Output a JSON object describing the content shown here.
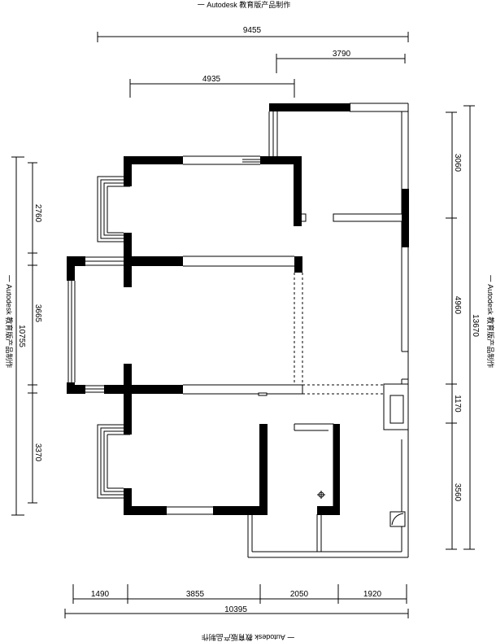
{
  "watermarks": {
    "top": "一 Autodesk 教育版产品制作",
    "bottom": "一 Autodesk 教育版产品制作",
    "left": "一 Autodesk 教育版产品制作",
    "right": "一 Autodesk 教育版产品制作"
  },
  "dimensions": {
    "top_total": "9455",
    "top_right": "3790",
    "top_middle": "4935",
    "left_total": "10755",
    "left_1": "2760",
    "left_2": "3665",
    "left_3": "3370",
    "right_total": "13670",
    "right_1": "3060",
    "right_2": "4960",
    "right_3": "1170",
    "right_4": "3560",
    "bottom_total": "10395",
    "bottom_1": "1490",
    "bottom_2": "3855",
    "bottom_3": "2050",
    "bottom_4": "1920"
  }
}
